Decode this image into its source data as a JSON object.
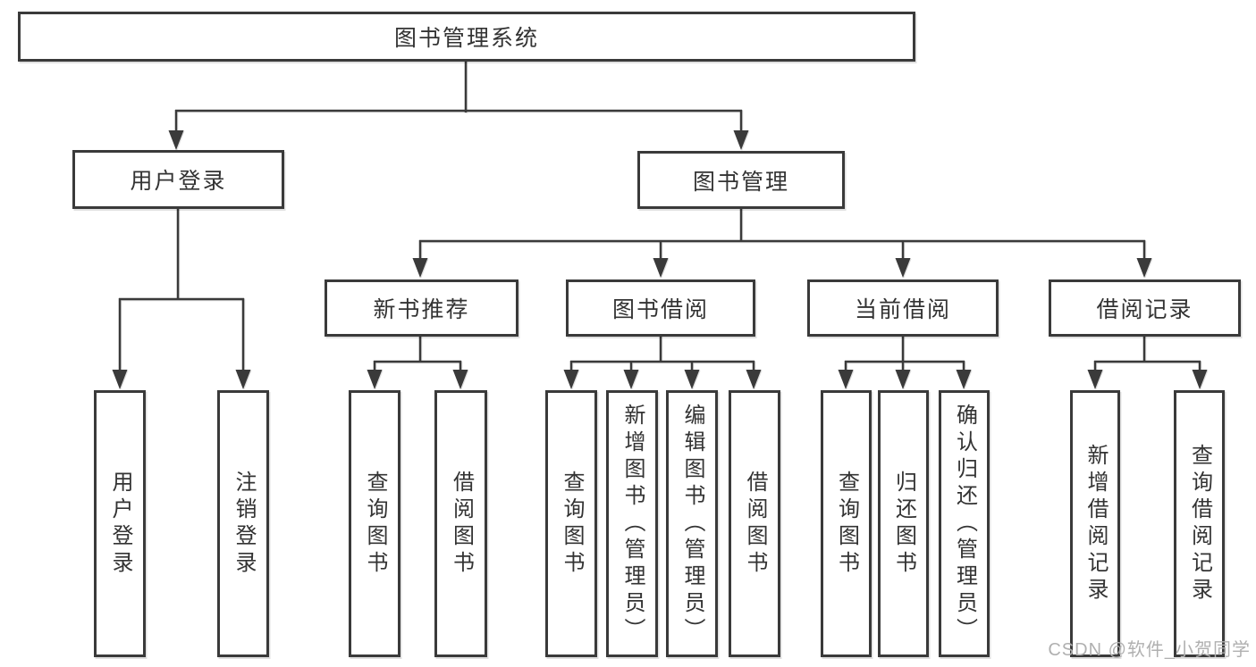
{
  "title": "图书管理系统",
  "colors": {
    "line": "#3a3a3a",
    "text": "#333333",
    "box_bg": "#ffffff",
    "watermark": "#b0b0b0"
  },
  "nodes": {
    "root": "图书管理系统",
    "user_login": "用户登录",
    "book_management": "图书管理",
    "new_book_recommend": "新书推荐",
    "book_borrowing": "图书借阅",
    "current_borrowing": "当前借阅",
    "borrowing_records": "借阅记录",
    "leaves": {
      "user_login": "用户登录",
      "logout": "注销登录",
      "query_books_recommend": "查询图书",
      "borrow_books_recommend": "借阅图书",
      "query_books_borrowing": "查询图书",
      "add_books_admin": "新增图书（管理员）",
      "edit_books_admin": "编辑图书（管理员）",
      "borrow_books_borrowing": "借阅图书",
      "query_books_current": "查询图书",
      "return_books": "归还图书",
      "confirm_return_admin": "确认归还（管理员）",
      "add_borrow_record": "新增借阅记录",
      "query_borrow_record": "查询借阅记录"
    }
  },
  "watermark": "CSDN @软件_小贺同学"
}
